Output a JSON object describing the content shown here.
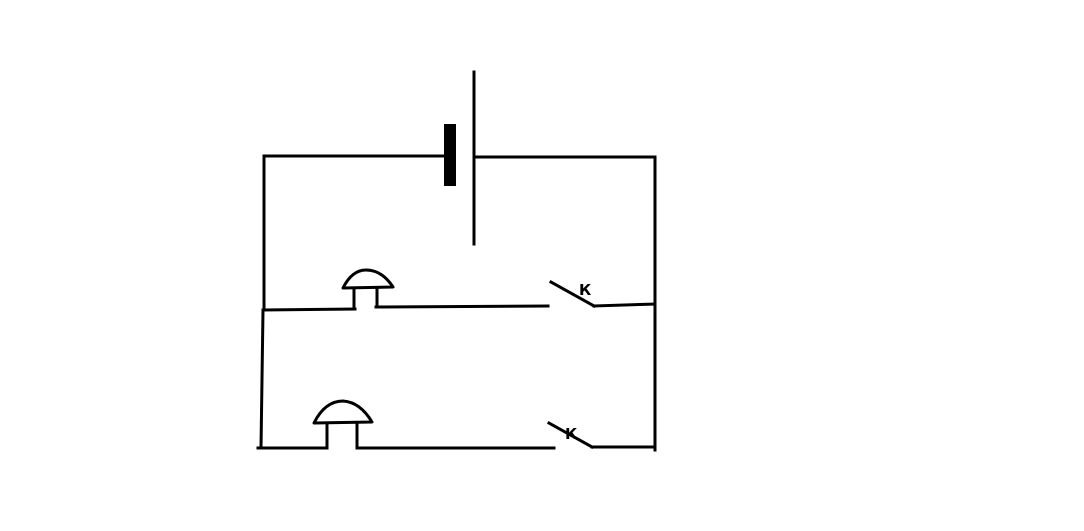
{
  "diagram": {
    "type": "electric-circuit",
    "colors": {
      "background": "#ffffff",
      "line": "#000000"
    },
    "components": {
      "battery": {
        "icon": "battery-icon"
      },
      "bells": [
        {
          "icon": "bell-icon",
          "branch": "upper"
        },
        {
          "icon": "bell-icon",
          "branch": "lower"
        }
      ],
      "switches": [
        {
          "label": "К",
          "icon": "switch-icon",
          "state": "open",
          "branch": "upper"
        },
        {
          "label": "К",
          "icon": "switch-icon",
          "state": "open",
          "branch": "lower"
        }
      ]
    }
  }
}
